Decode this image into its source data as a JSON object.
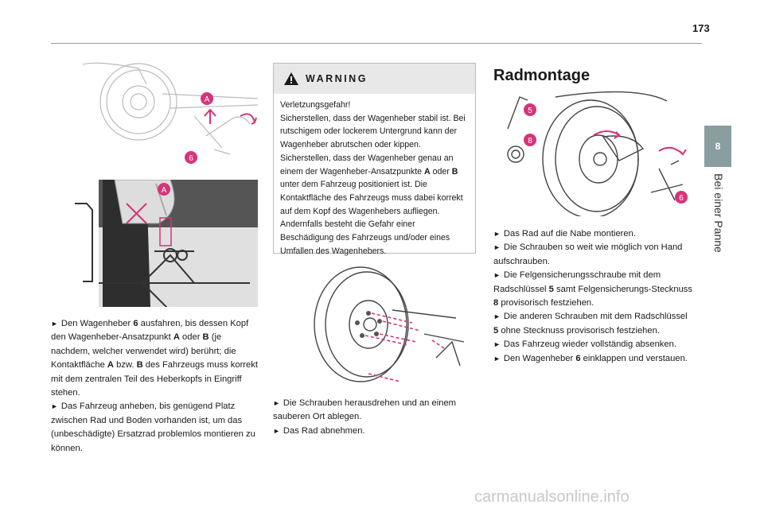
{
  "page": {
    "number": "173",
    "chapter_tab": "8",
    "chapter_title": "Bei einer Panne"
  },
  "left": {
    "fig1_labels": [
      "A",
      "6"
    ],
    "fig2_labels": [
      "A"
    ],
    "bullet1": [
      "Den Wagenheber ",
      "6",
      " ausfahren, bis dessen Kopf den Wagenheber-Ansatzpunkt ",
      "A",
      " oder ",
      "B",
      " (je nachdem, welcher verwendet wird) berührt; die Kontaktfläche ",
      "A",
      " bzw. ",
      "B",
      " des Fahrzeugs muss korrekt mit dem zentralen Teil des Heberkopfs in Eingriff stehen."
    ],
    "bullet2": "Das Fahrzeug anheben, bis genügend Platz zwischen Rad und Boden vorhanden ist, um das (unbeschädigte) Ersatzrad problemlos montieren zu können."
  },
  "middle": {
    "warning_title": "WARNING",
    "warning_lines": [
      "Verletzungsgefahr!",
      "Sicherstellen, dass der Wagenheber stabil ist. Bei rutschigem oder lockerem Untergrund kann der Wagenheber abrutschen oder kippen.",
      "Sicherstellen, dass der Wagenheber genau an einem der Wagenheber-Ansatzpunkte ",
      "A",
      " oder ",
      "B",
      " unter dem Fahrzeug positioniert ist. Die Kontaktfläche des Fahrzeugs muss dabei korrekt auf dem Kopf des Wagenhebers aufliegen. Andernfalls besteht die Gefahr einer Beschädigung des Fahrzeugs und/oder eines Umfallen des Wagenhebers."
    ],
    "bullet1": "Die Schrauben herausdrehen und an einem sauberen Ort ablegen.",
    "bullet2": "Das Rad abnehmen."
  },
  "right": {
    "title": "Radmontage",
    "fig_labels": [
      "5",
      "8",
      "6"
    ],
    "bullets": [
      [
        "Das Rad auf die Nabe montieren."
      ],
      [
        "Die Schrauben so weit wie möglich von Hand aufschrauben."
      ],
      [
        "Die Felgensicherungsschraube mit dem Radschlüssel ",
        "5",
        " samt Felgensicherungs-Stecknuss ",
        "8",
        " provisorisch festziehen."
      ],
      [
        "Die anderen Schrauben mit dem Radschlüssel ",
        "5",
        " ohne Stecknuss provisorisch festziehen."
      ],
      [
        "Das Fahrzeug wieder vollständig absenken."
      ],
      [
        "Den Wagenheber ",
        "6",
        " einklappen und verstauen."
      ]
    ]
  },
  "watermark": "carmanualsonline.info",
  "colors": {
    "accent_pink": "#d6337a",
    "tab_gray": "#8a9ea2"
  }
}
